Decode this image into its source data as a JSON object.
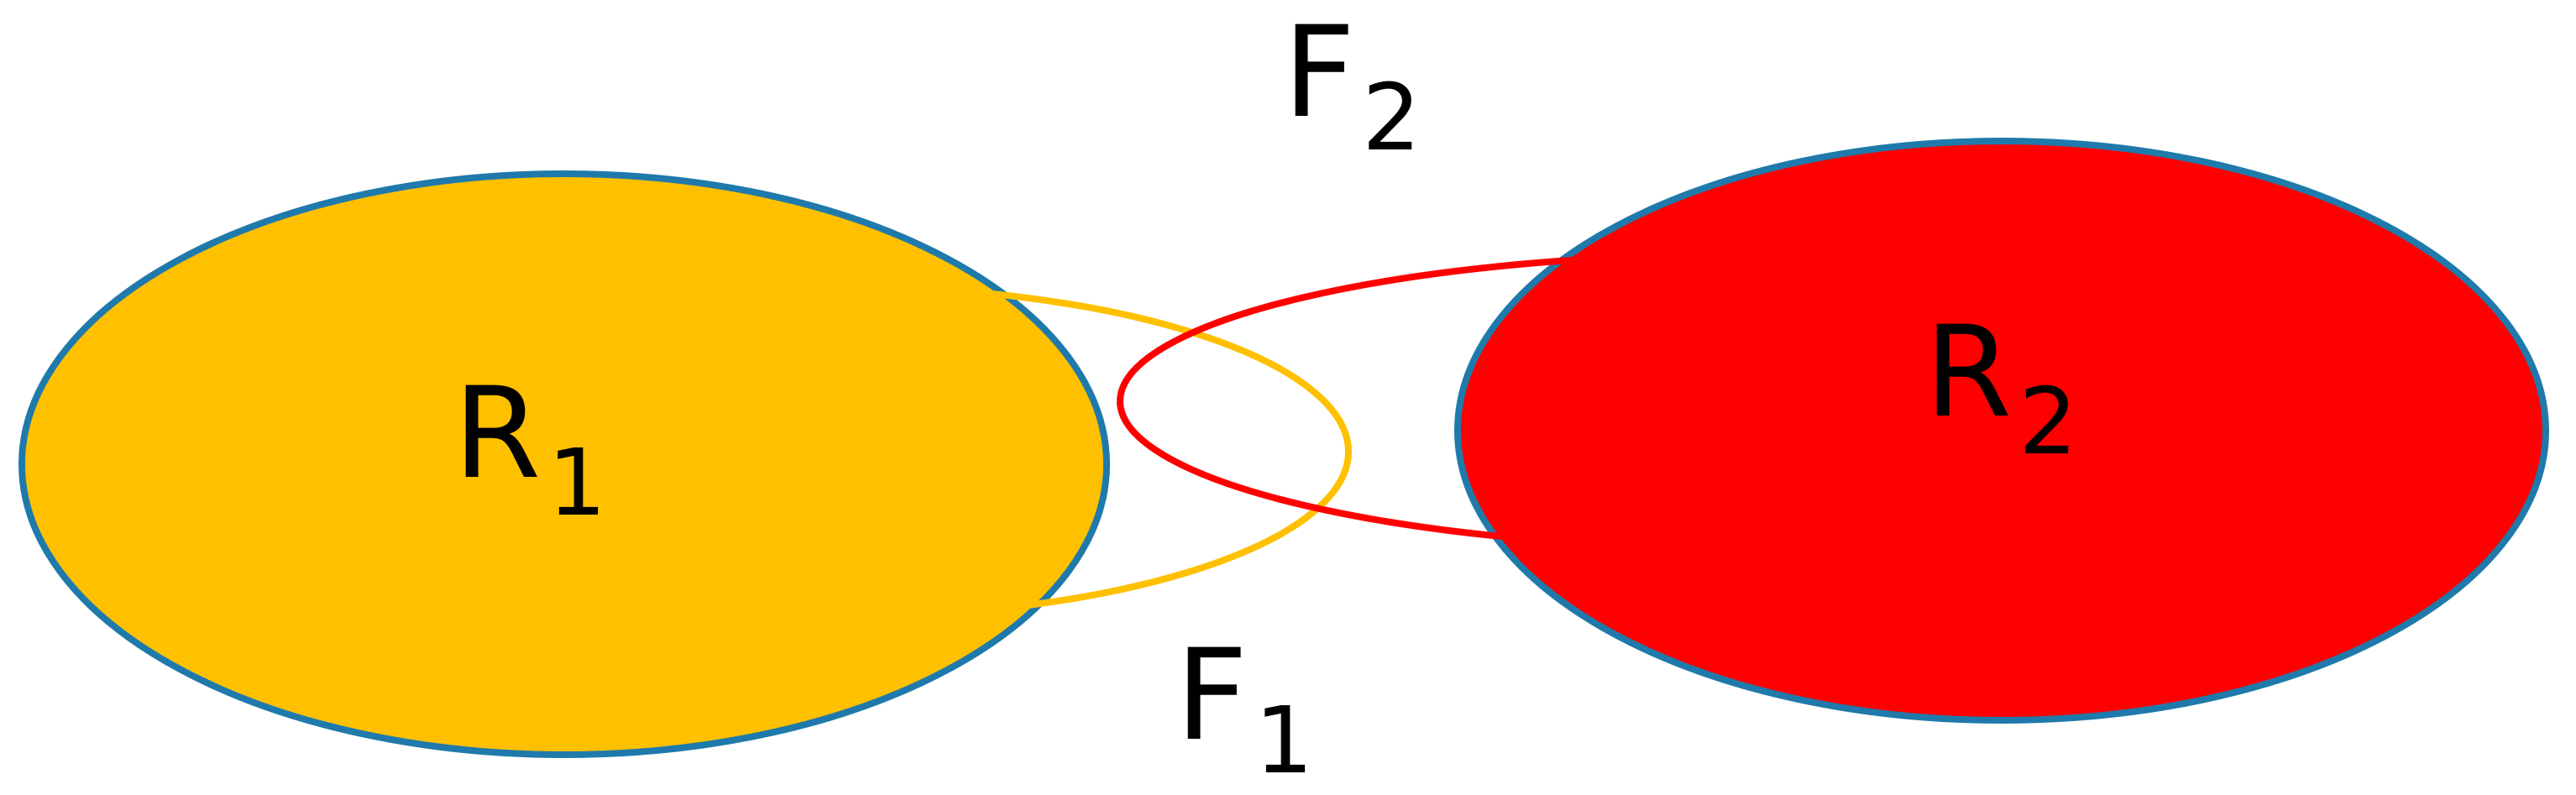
{
  "colors": {
    "region_1_fill": "#FFC000",
    "region_2_fill": "#FF0000",
    "region_outline": "#1F7AAB",
    "field_1_stroke": "#FFC000",
    "field_2_stroke": "#FF0000",
    "text": "#000000",
    "background": "#FFFFFF"
  },
  "labels": {
    "r1": {
      "base": "R",
      "sub": "1"
    },
    "r2": {
      "base": "R",
      "sub": "2"
    },
    "f1": {
      "base": "F",
      "sub": "1"
    },
    "f2": {
      "base": "F",
      "sub": "2"
    }
  }
}
